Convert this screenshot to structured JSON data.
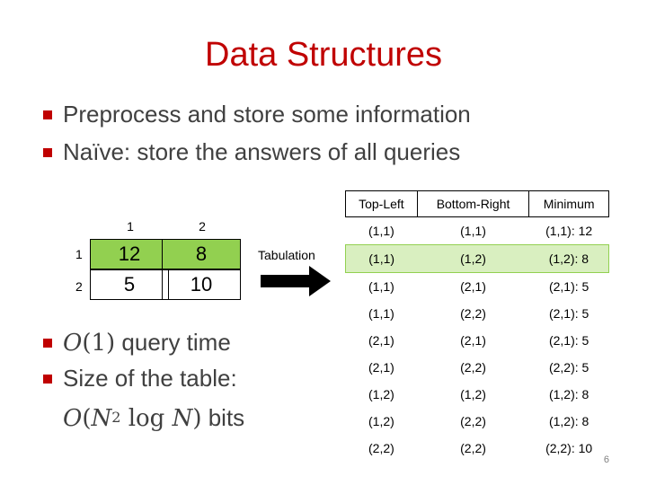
{
  "slide": {
    "title": "Data Structures",
    "page_number": "6"
  },
  "bullets": {
    "b1": "Preprocess and store some information",
    "b2": "Naïve: store the answers of all queries",
    "b3_suffix": "query time",
    "b4": "Size of the table:",
    "b5_suffix": "bits"
  },
  "math": {
    "o1_O": "O",
    "o1_arg": "(1)",
    "o2_O": "O",
    "o2_open": "(",
    "o2_N": "N",
    "o2_exp": "2",
    "o2_log": "log",
    "o2_N2": "N",
    "o2_close": ")"
  },
  "small_table": {
    "col_headers": [
      "1",
      "2"
    ],
    "row_headers": [
      "1",
      "2"
    ],
    "rows": [
      [
        "12",
        "8"
      ],
      [
        "5",
        "10"
      ]
    ]
  },
  "arrow": {
    "label": "Tabulation"
  },
  "big_table": {
    "headers": [
      "Top-Left",
      "Bottom-Right",
      "Minimum"
    ],
    "rows": [
      [
        "(1,1)",
        "(1,1)",
        "(1,1): 12"
      ],
      [
        "(1,1)",
        "(1,2)",
        "(1,2): 8"
      ],
      [
        "(1,1)",
        "(2,1)",
        "(2,1): 5"
      ],
      [
        "(1,1)",
        "(2,2)",
        "(2,1): 5"
      ],
      [
        "(2,1)",
        "(2,1)",
        "(2,1): 5"
      ],
      [
        "(2,1)",
        "(2,2)",
        "(2,2): 5"
      ],
      [
        "(1,2)",
        "(1,2)",
        "(1,2): 8"
      ],
      [
        "(1,2)",
        "(2,2)",
        "(1,2): 8"
      ],
      [
        "(2,2)",
        "(2,2)",
        "(2,2): 10"
      ]
    ]
  },
  "colors": {
    "title": "#c00000",
    "bullet": "#c00000",
    "highlight_cell": "#92d050",
    "highlight_row": "#d9efc0"
  }
}
